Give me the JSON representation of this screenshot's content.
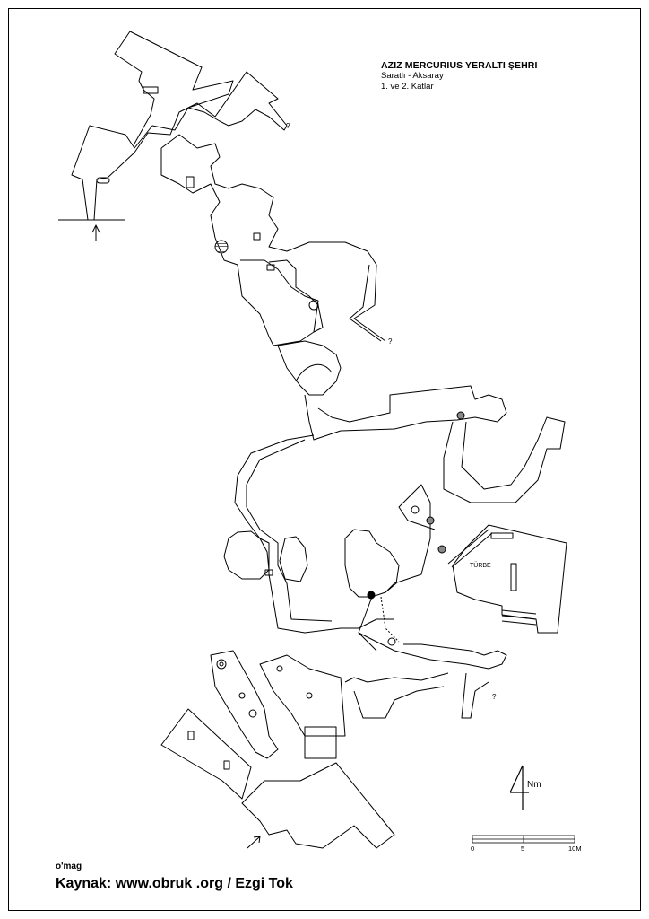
{
  "title": {
    "name": "AZIZ MERCURIUS YERALTI ŞEHRI",
    "location": "Saratlı - Aksaray",
    "floors": "1. ve 2. Katlar"
  },
  "labels": {
    "turbe": "TÜRBE",
    "unknown": "?"
  },
  "north": {
    "label": "Nm"
  },
  "scale": {
    "ticks": [
      "0",
      "5",
      "10M"
    ]
  },
  "credits": {
    "author": "o'mag",
    "source": "Kaynak: www.obruk .org  / Ezgi Tok"
  },
  "colors": {
    "line": "#000000",
    "background": "#ffffff",
    "hatch": "#888888"
  }
}
